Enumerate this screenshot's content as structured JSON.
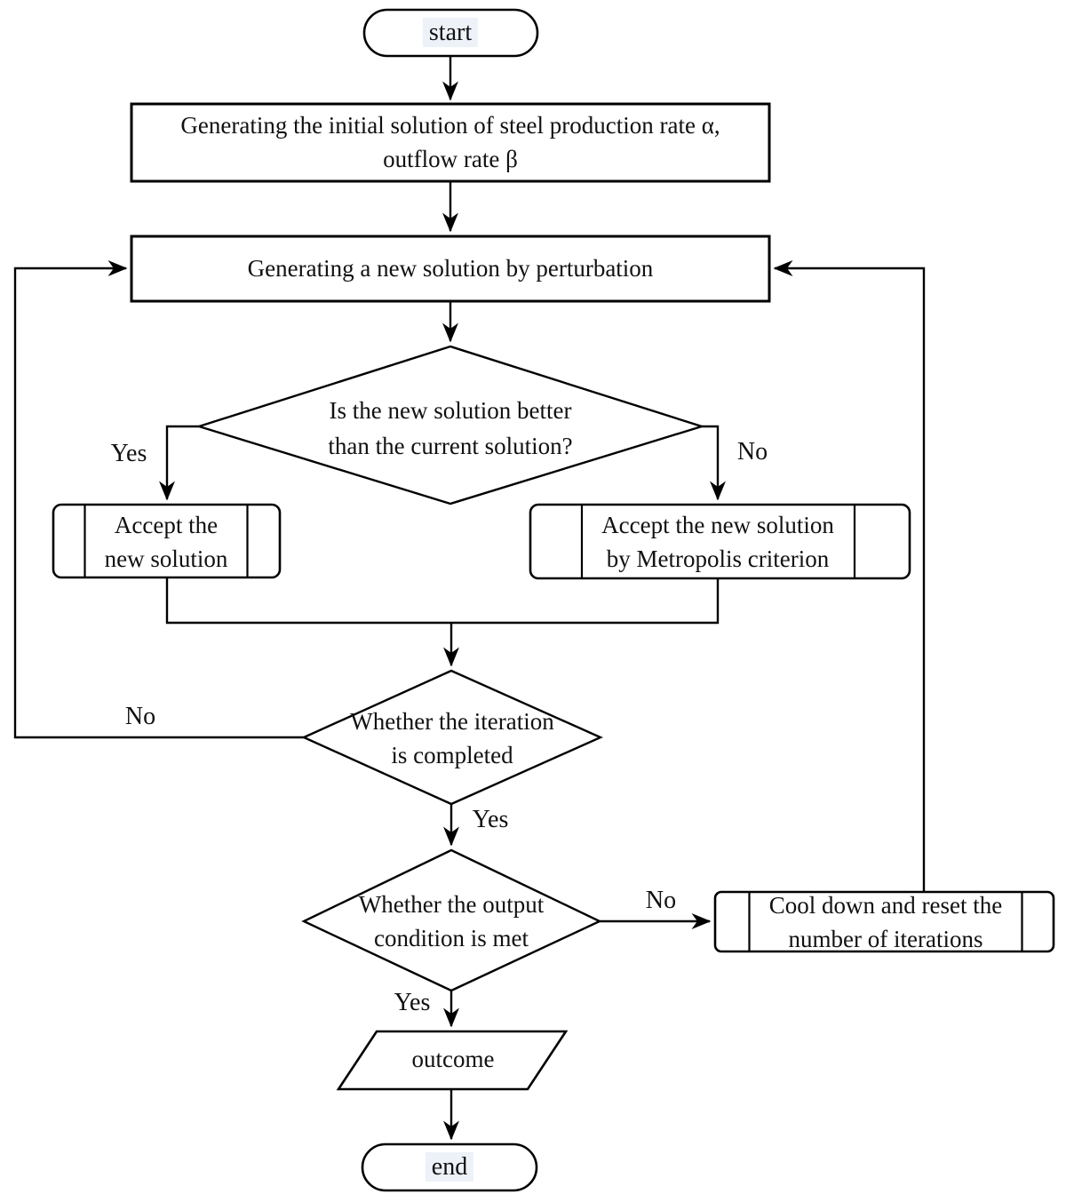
{
  "flowchart": {
    "nodes": {
      "start": {
        "label": "start"
      },
      "init": {
        "line1": "Generating the initial solution of steel production rate α,",
        "line2": "outflow rate β"
      },
      "perturb": {
        "label": "Generating a new solution  by perturbation"
      },
      "decision_better": {
        "line1": "Is the new solution better",
        "line2": "than the current solution?"
      },
      "accept_new": {
        "line1": "Accept the",
        "line2": "new solution"
      },
      "accept_metropolis": {
        "line1": "Accept the new solution",
        "line2": "by Metropolis criterion"
      },
      "decision_iteration": {
        "line1": "Whether the iteration",
        "line2": "is completed"
      },
      "decision_output": {
        "line1": "Whether the output",
        "line2": "condition is met"
      },
      "cool_down": {
        "line1": "Cool down and reset the",
        "line2": "number of iterations"
      },
      "outcome": {
        "label": "outcome"
      },
      "end": {
        "label": "end"
      }
    },
    "edge_labels": {
      "better_yes": "Yes",
      "better_no": "No",
      "iteration_no": "No",
      "iteration_yes": "Yes",
      "output_no": "No",
      "output_yes": "Yes"
    },
    "colors": {
      "line": "#000000",
      "text": "#111111",
      "background": "#ffffff",
      "text_highlight": "#edf1f8"
    }
  }
}
